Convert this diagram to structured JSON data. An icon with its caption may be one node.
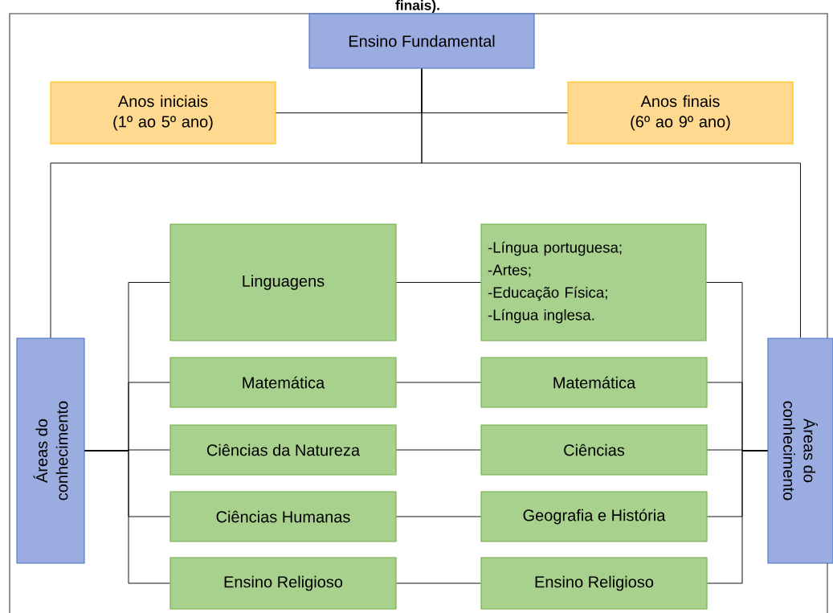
{
  "diagram": {
    "nodes": [
      {
        "text": [
          "Ensino Fundamental"
        ]
      },
      {
        "text": [
          "Anos iniciais (1º ao 5º ano)"
        ]
      },
      {
        "text": [
          "Anos finais (6º ao 9º ano)"
        ]
      },
      {
        "text": [
          "Áreas do conhecimento"
        ]
      },
      {
        "text": [
          "Linguagens"
        ]
      },
      {
        "text": [
          "Matemática"
        ]
      },
      {
        "text": [
          "Ciências da Natureza"
        ]
      },
      {
        "text": [
          "Ciências Humanas"
        ]
      },
      {
        "text": [
          "Ensino Religioso"
        ]
      },
      {
        "text": [
          "-Língua portuguesa;",
          "-Artes;",
          "-Educação Física;",
          "-Língua inglesa."
        ]
      },
      {
        "text": [
          "Matemática"
        ]
      },
      {
        "text": [
          "Ciências"
        ]
      },
      {
        "text": [
          "Geografia e História"
        ]
      },
      {
        "text": [
          "Ensino Religioso"
        ]
      },
      {
        "text": [
          "Áreas do conhecimento"
        ]
      }
    ],
    "edges": [
      {
        "from": 0,
        "to": 1,
        "arrow": "none"
      },
      {
        "from": 0,
        "to": 2,
        "arrow": "none"
      },
      {
        "from": 0,
        "to": 3,
        "arrow": "none"
      },
      {
        "from": 0,
        "to": 14,
        "arrow": "none"
      },
      {
        "from": 3,
        "to": 4,
        "arrow": "none"
      },
      {
        "from": 3,
        "to": 5,
        "arrow": "none"
      },
      {
        "from": 3,
        "to": 6,
        "arrow": "none"
      },
      {
        "from": 3,
        "to": 7,
        "arrow": "none"
      },
      {
        "from": 3,
        "to": 8,
        "arrow": "none"
      },
      {
        "from": 4,
        "to": 9,
        "arrow": "none"
      },
      {
        "from": 5,
        "to": 10,
        "arrow": "none"
      },
      {
        "from": 6,
        "to": 11,
        "arrow": "none"
      },
      {
        "from": 7,
        "to": 12,
        "arrow": "none"
      },
      {
        "from": 8,
        "to": 13,
        "arrow": "none"
      },
      {
        "from": 9,
        "to": 14,
        "arrow": "none"
      },
      {
        "from": 10,
        "to": 14,
        "arrow": "none"
      },
      {
        "from": 11,
        "to": 14,
        "arrow": "none"
      },
      {
        "from": 12,
        "to": 14,
        "arrow": "none"
      },
      {
        "from": 13,
        "to": 14,
        "arrow": "none"
      }
    ],
    "labels": [
      "finais)."
    ]
  }
}
